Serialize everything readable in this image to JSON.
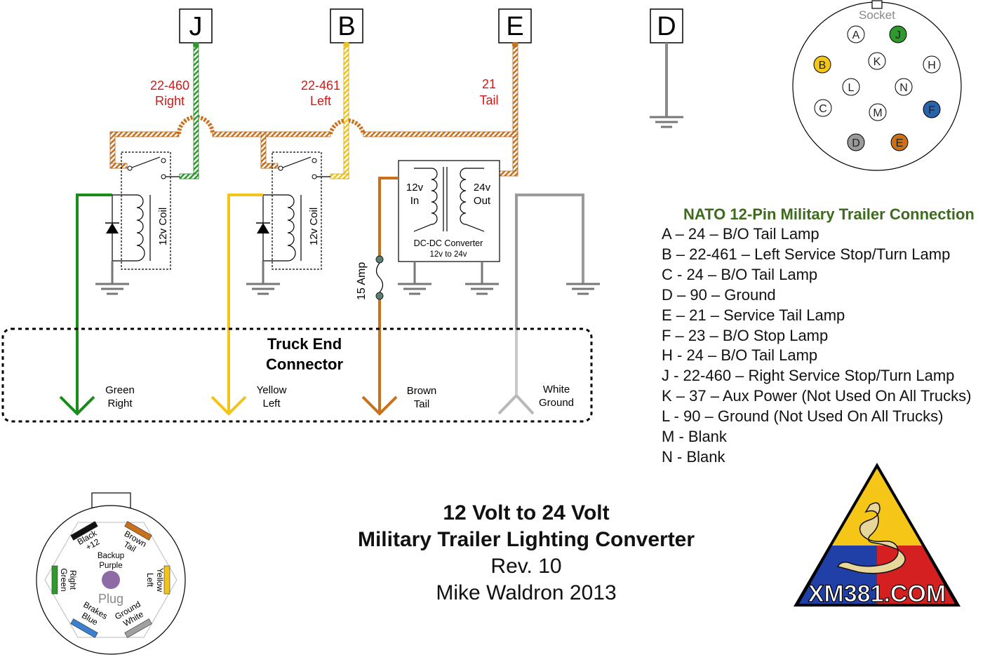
{
  "terminals": [
    {
      "id": "J",
      "color": "#2e9a2e"
    },
    {
      "id": "B",
      "color": "#f2c418"
    },
    {
      "id": "E",
      "color": "#c8701a"
    },
    {
      "id": "D",
      "color": "#8a8a8a"
    }
  ],
  "wire_labels": {
    "right_num": "22-460",
    "right_text": "Right",
    "left_num": "22-461",
    "left_text": "Left",
    "tail_num": "21",
    "tail_text": "Tail"
  },
  "relays": {
    "coil_label": "12v Coil"
  },
  "converter": {
    "in_1": "12v",
    "in_2": "In",
    "out_1": "24v",
    "out_2": "Out",
    "name_1": "DC-DC Converter",
    "name_2": "12v to 24v"
  },
  "fuse_label": "15 Amp",
  "truck_connector": {
    "title_1": "Truck End",
    "title_2": "Connector",
    "outputs": [
      {
        "l1": "Green",
        "l2": "Right",
        "color": "#1a8c1a"
      },
      {
        "l1": "Yellow",
        "l2": "Left",
        "color": "#f2c418"
      },
      {
        "l1": "Brown",
        "l2": "Tail",
        "color": "#c8701a"
      },
      {
        "l1": "White",
        "l2": "Ground",
        "color": "#b8b8b8"
      }
    ]
  },
  "socket": {
    "label": "Socket",
    "pins": [
      {
        "id": "A",
        "fill": "#ffffff"
      },
      {
        "id": "J",
        "fill": "#2e9a2e"
      },
      {
        "id": "B",
        "fill": "#f5c518"
      },
      {
        "id": "K",
        "fill": "#ffffff"
      },
      {
        "id": "H",
        "fill": "#ffffff"
      },
      {
        "id": "L",
        "fill": "#ffffff"
      },
      {
        "id": "N",
        "fill": "#ffffff"
      },
      {
        "id": "C",
        "fill": "#ffffff"
      },
      {
        "id": "M",
        "fill": "#ffffff"
      },
      {
        "id": "F",
        "fill": "#2b63a8"
      },
      {
        "id": "D",
        "fill": "#9a9a9a"
      },
      {
        "id": "E",
        "fill": "#c8701a"
      }
    ]
  },
  "legend": {
    "title": "NATO 12-Pin Military Trailer Connection",
    "items": [
      "A – 24 – B/O Tail Lamp",
      "B – 22-461 – Left Service Stop/Turn Lamp",
      "C - 24 – B/O Tail Lamp",
      "D – 90 – Ground",
      "E – 21 – Service Tail Lamp",
      "F – 23 – B/O Stop Lamp",
      "H - 24 – B/O Tail Lamp",
      "J -  22-460 – Right Service Stop/Turn Lamp",
      "K – 37 – Aux Power (Not Used On All Trucks)",
      "L - 90 – Ground (Not Used On All Trucks)",
      "M - Blank",
      "N - Blank"
    ]
  },
  "plug": {
    "label": "Plug",
    "center_1": "Backup",
    "center_2": "Purple",
    "contacts": [
      {
        "l1": "Black",
        "l2": "+12",
        "color": "#111111"
      },
      {
        "l1": "Brown",
        "l2": "Tail",
        "color": "#c8701a"
      },
      {
        "l1": "Yellow",
        "l2": "Left",
        "color": "#f2c418"
      },
      {
        "l1": "Ground",
        "l2": "White",
        "color": "#a0a0a0"
      },
      {
        "l1": "Brakes",
        "l2": "Blue",
        "color": "#3a7fd0"
      },
      {
        "l1": "Right",
        "l2": "Green",
        "color": "#2e9a2e"
      }
    ],
    "center_color": "#8e6aa6"
  },
  "title": {
    "line1": "12 Volt to 24 Volt",
    "line2": "Military Trailer Lighting Converter",
    "line3": "Rev. 10",
    "line4": "Mike Waldron 2013"
  },
  "logo": {
    "text": "XM381.COM"
  }
}
